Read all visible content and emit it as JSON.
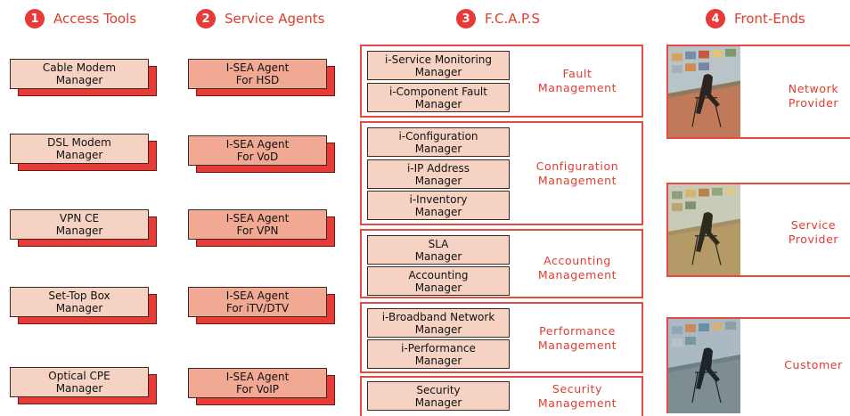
{
  "headers": [
    {
      "num": "1",
      "label": "Access Tools"
    },
    {
      "num": "2",
      "label": "Service Agents"
    },
    {
      "num": "3",
      "label": "F.C.A.P.S"
    },
    {
      "num": "4",
      "label": "Front-Ends"
    }
  ],
  "access_tools": [
    {
      "line1": "Cable Modem",
      "line2": "Manager"
    },
    {
      "line1": "DSL Modem",
      "line2": "Manager"
    },
    {
      "line1": "VPN CE",
      "line2": "Manager"
    },
    {
      "line1": "Set-Top Box",
      "line2": "Manager"
    },
    {
      "line1": "Optical CPE",
      "line2": "Manager"
    }
  ],
  "service_agents": [
    {
      "line1": "I-SEA Agent",
      "line2": "For HSD"
    },
    {
      "line1": "I-SEA Agent",
      "line2": "For VoD"
    },
    {
      "line1": "I-SEA Agent",
      "line2": "For VPN"
    },
    {
      "line1": "I-SEA Agent",
      "line2": "For iTV/DTV"
    },
    {
      "line1": "I-SEA Agent",
      "line2": "For VoIP"
    }
  ],
  "fcaps": [
    {
      "label1": "Fault",
      "label2": "Management",
      "items": [
        {
          "line1": "i-Service Monitoring",
          "line2": "Manager"
        },
        {
          "line1": "i-Component Fault",
          "line2": "Manager"
        }
      ]
    },
    {
      "label1": "Configuration",
      "label2": "Management",
      "items": [
        {
          "line1": "i-Configuration",
          "line2": "Manager"
        },
        {
          "line1": "i-IP Address",
          "line2": "Manager"
        },
        {
          "line1": "i-Inventory",
          "line2": "Manager"
        }
      ]
    },
    {
      "label1": "Accounting",
      "label2": "Management",
      "items": [
        {
          "line1": "SLA",
          "line2": "Manager"
        },
        {
          "line1": "Accounting",
          "line2": "Manager"
        }
      ]
    },
    {
      "label1": "Performance",
      "label2": "Management",
      "items": [
        {
          "line1": "i-Broadband Network",
          "line2": "Manager"
        },
        {
          "line1": "i-Performance",
          "line2": "Manager"
        }
      ]
    },
    {
      "label1": "Security",
      "label2": "Management",
      "items": [
        {
          "line1": "Security",
          "line2": "Manager"
        }
      ]
    }
  ],
  "front_ends": [
    {
      "line1": "Network",
      "line2": "Provider"
    },
    {
      "line1": "Service",
      "line2": "Provider"
    },
    {
      "line1": "Customer",
      "line2": ""
    }
  ],
  "colors": {
    "accent": "#e83a36",
    "box_fill": "#f6d2c2",
    "agent_fill": "#f2a993",
    "label_red": "#e23b2c"
  }
}
